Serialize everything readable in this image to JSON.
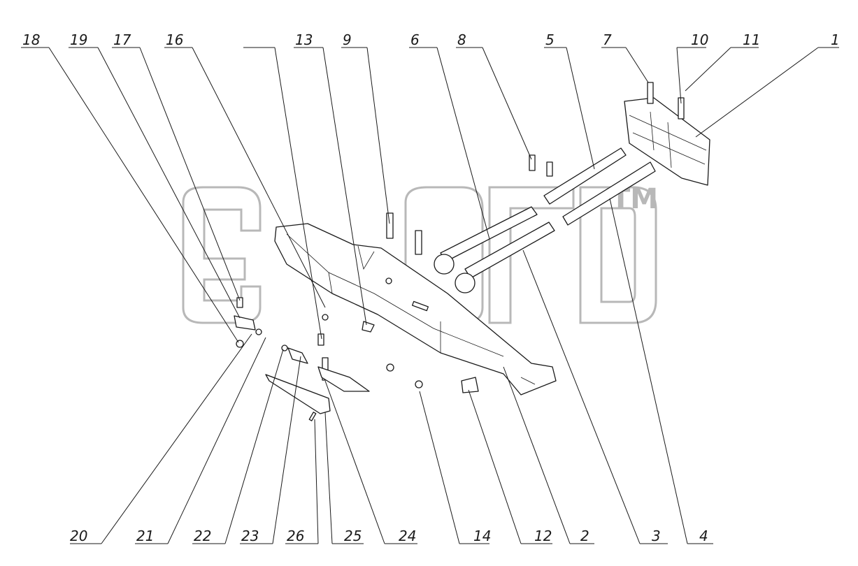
{
  "watermark": {
    "text": "TM"
  },
  "callouts": [
    {
      "num": "18"
    },
    {
      "num": "19"
    },
    {
      "num": "17"
    },
    {
      "num": "16"
    },
    {
      "num": ""
    },
    {
      "num": "13"
    },
    {
      "num": "9"
    },
    {
      "num": "6"
    },
    {
      "num": "8"
    },
    {
      "num": "5"
    },
    {
      "num": "7"
    },
    {
      "num": "10"
    },
    {
      "num": "11"
    },
    {
      "num": "1"
    },
    {
      "num": "20"
    },
    {
      "num": "21"
    },
    {
      "num": "22"
    },
    {
      "num": "23"
    },
    {
      "num": "26"
    },
    {
      "num": "25"
    },
    {
      "num": "24"
    },
    {
      "num": "14"
    },
    {
      "num": "12"
    },
    {
      "num": "2"
    },
    {
      "num": "3"
    },
    {
      "num": "4"
    }
  ]
}
